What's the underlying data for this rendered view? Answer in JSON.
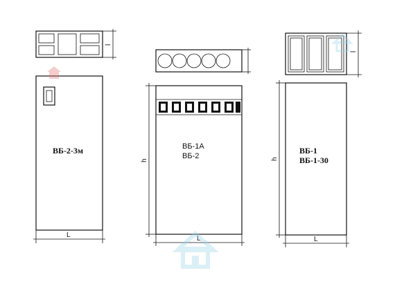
{
  "units": [
    {
      "id": "vb-2-3m",
      "lines": [
        "ВБ-2-3м"
      ],
      "bold": true
    },
    {
      "id": "vb-1a",
      "lines": [
        "ВБ-1А",
        "ВБ-2"
      ],
      "bold": false
    },
    {
      "id": "vb-1",
      "lines": [
        "ВБ-1",
        "ВБ-1-30"
      ],
      "bold": true
    }
  ],
  "dimensions": {
    "length": "L",
    "height": "h",
    "width": "l"
  },
  "colors": {
    "line": "#111111",
    "watermark_red": "#e57373",
    "watermark_blue": "#9ad4e8"
  }
}
